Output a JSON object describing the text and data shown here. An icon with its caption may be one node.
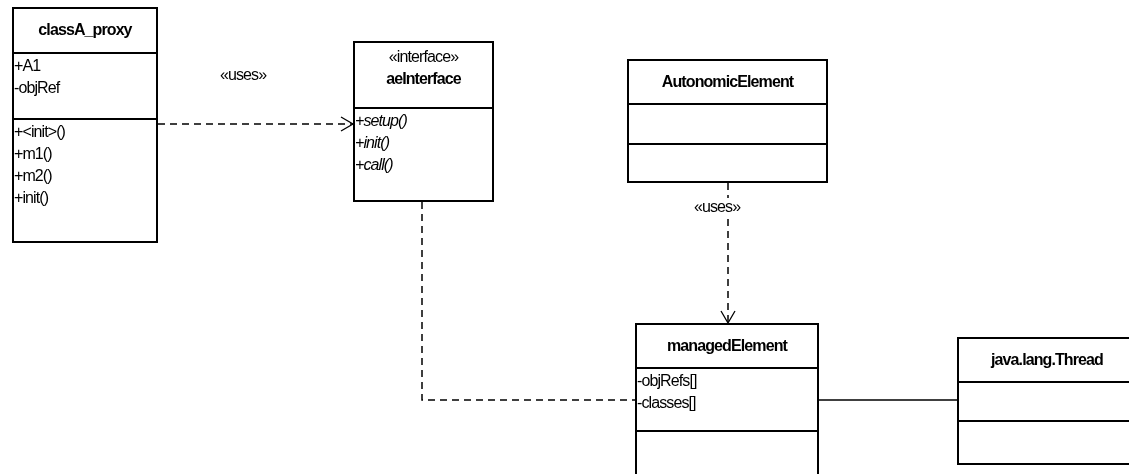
{
  "diagram": {
    "nodes": [
      {
        "text": [
          "classA_proxy",
          "+A1",
          "-objRef",
          "+<init>()",
          "+m1()",
          "+m2()",
          "+init()"
        ]
      },
      {
        "text": [
          "«interface»",
          "aeInterface",
          "+setup()",
          "+init()",
          "+call()"
        ]
      },
      {
        "text": [
          "AutonomicElement"
        ]
      },
      {
        "text": [
          "managedElement",
          "-objRefs[]",
          "-classes[]"
        ]
      },
      {
        "text": [
          "java.lang.Thread"
        ]
      }
    ],
    "edges": [
      {
        "from": 0,
        "to": 1,
        "arrow": "to",
        "style": "dashed",
        "label": "«uses»"
      },
      {
        "from": 2,
        "to": 3,
        "arrow": "to",
        "style": "dashed",
        "label": "«uses»"
      },
      {
        "from": 1,
        "to": 3,
        "arrow": "none",
        "style": "dashed"
      },
      {
        "from": 3,
        "to": 4,
        "arrow": "none"
      }
    ]
  }
}
